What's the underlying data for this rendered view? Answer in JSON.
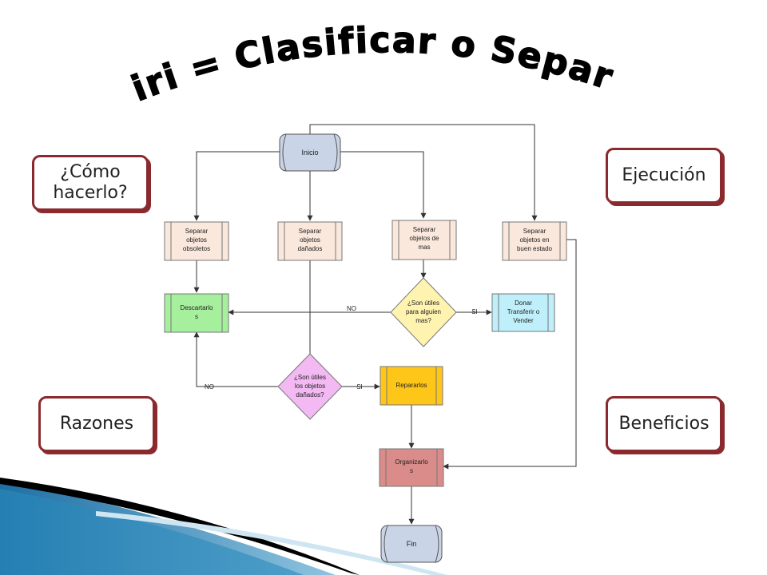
{
  "title": "Seiri = Clasificar o Separar",
  "callouts": {
    "como": "¿Cómo hacerlo?",
    "ejecucion": "Ejecución",
    "razones": "Razones",
    "beneficios": "Beneficios"
  },
  "flow": {
    "inicio": "Inicio",
    "obsoletos": [
      "Separar",
      "objetos",
      "obsoletos"
    ],
    "danados": [
      "Separar",
      "objetos",
      "dañados"
    ],
    "demas": [
      "Separar",
      "objetos de",
      "mas"
    ],
    "buen": [
      "Separar",
      "objetos en",
      "buen estado"
    ],
    "descartar": [
      "Descartarlo",
      "s"
    ],
    "decision1": [
      "¿Son útiles",
      "para alguien",
      "mas?"
    ],
    "donar": [
      "Donar",
      "Transferir o",
      "Vender"
    ],
    "decision2": [
      "¿Son útiles",
      "los objetos",
      "dañados?"
    ],
    "reparar": "Repararlos",
    "organizar": [
      "Organizarlo",
      "s"
    ],
    "fin": "Fin",
    "no1": "NO",
    "si1": "SI",
    "no2": "NO",
    "si2": "SI"
  },
  "colors": {
    "callout_border": "#8b2a2e",
    "inicio_fill": "#c9d4e6",
    "process_fill": "#fbe8dc",
    "descartar_fill": "#a6ef9c",
    "decision1_fill": "#fff3b0",
    "donar_fill": "#bfeffa",
    "decision2_fill": "#f2b9f2",
    "reparar_fill": "#ffc61a",
    "organizar_fill": "#d98c8a",
    "fin_fill": "#c9d4e6"
  }
}
